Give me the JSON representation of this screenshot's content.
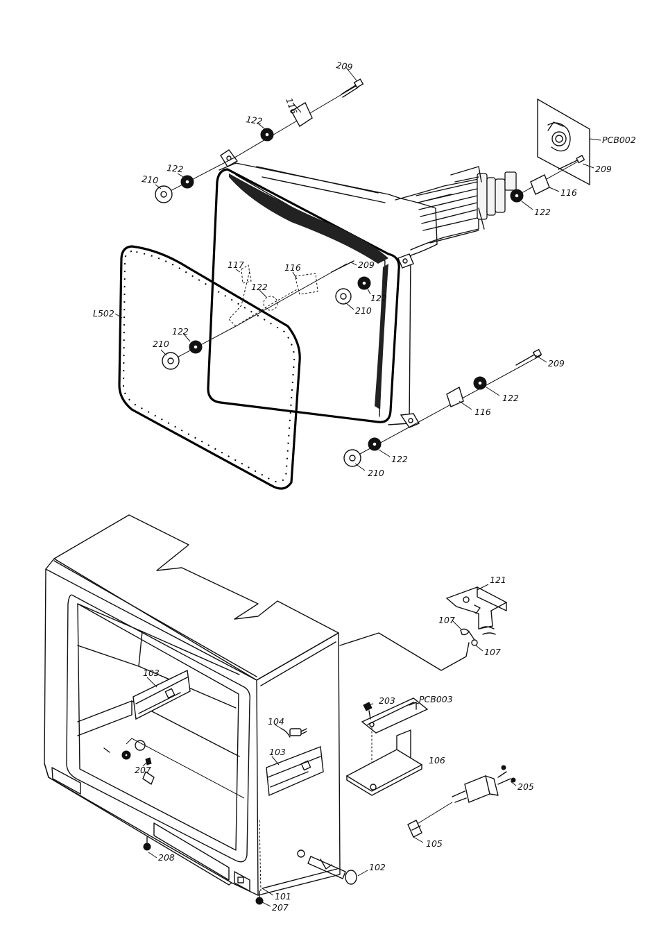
{
  "labels": [
    {
      "id": "l1",
      "text": "209"
    },
    {
      "id": "l2",
      "text": "116"
    },
    {
      "id": "l3",
      "text": "122"
    },
    {
      "id": "l4",
      "text": "122"
    },
    {
      "id": "l5",
      "text": "210"
    },
    {
      "id": "l6",
      "text": "PCB002"
    },
    {
      "id": "l7",
      "text": "209"
    },
    {
      "id": "l8",
      "text": "116"
    },
    {
      "id": "l9",
      "text": "122"
    },
    {
      "id": "l10",
      "text": "117"
    },
    {
      "id": "l11",
      "text": "116"
    },
    {
      "id": "l12",
      "text": "209"
    },
    {
      "id": "l13",
      "text": "122"
    },
    {
      "id": "l14",
      "text": "122"
    },
    {
      "id": "l15",
      "text": "210"
    },
    {
      "id": "l16",
      "text": "L502"
    },
    {
      "id": "l17",
      "text": "122"
    },
    {
      "id": "l18",
      "text": "210"
    },
    {
      "id": "l19",
      "text": "209"
    },
    {
      "id": "l20",
      "text": "122"
    },
    {
      "id": "l21",
      "text": "116"
    },
    {
      "id": "l22",
      "text": "122"
    },
    {
      "id": "l23",
      "text": "210"
    },
    {
      "id": "l24",
      "text": "121"
    },
    {
      "id": "l25",
      "text": "107"
    },
    {
      "id": "l26",
      "text": "107"
    },
    {
      "id": "l27",
      "text": "103"
    },
    {
      "id": "l28",
      "text": "203"
    },
    {
      "id": "l29",
      "text": "PCB003"
    },
    {
      "id": "l30",
      "text": "104"
    },
    {
      "id": "l31",
      "text": "103"
    },
    {
      "id": "l32",
      "text": "106"
    },
    {
      "id": "l33",
      "text": "207"
    },
    {
      "id": "l34",
      "text": "205"
    },
    {
      "id": "l35",
      "text": "105"
    },
    {
      "id": "l36",
      "text": "208"
    },
    {
      "id": "l37",
      "text": "102"
    },
    {
      "id": "l38",
      "text": "101"
    },
    {
      "id": "l39",
      "text": "207"
    }
  ]
}
